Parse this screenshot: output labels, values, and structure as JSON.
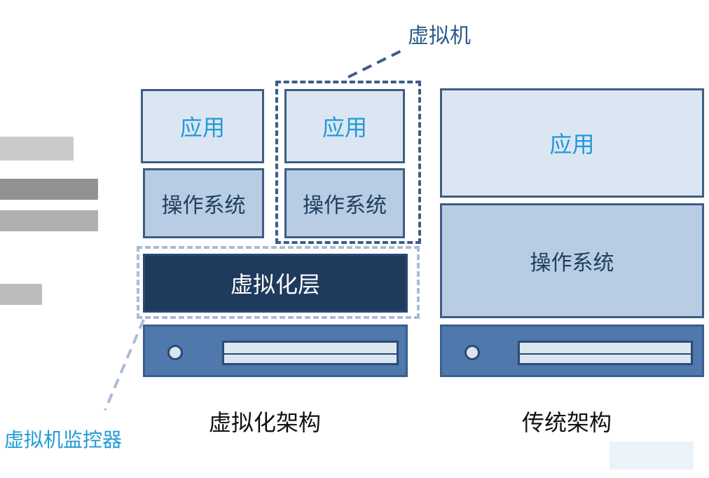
{
  "virtualized": {
    "app_label": "应用",
    "os_label": "操作系统",
    "hypervisor_layer_label": "虚拟化层",
    "caption": "虚拟化架构"
  },
  "traditional": {
    "app_label": "应用",
    "os_label": "操作系统",
    "caption": "传统架构"
  },
  "callouts": {
    "vm": "虚拟机",
    "hypervisor": "虚拟机监控器"
  },
  "colors": {
    "app_fill": "#dce6f2",
    "os_fill": "#b8cce4",
    "hypervisor_fill": "#1e3a5c",
    "server_fill": "#4f78ad",
    "border": "#3e5d86",
    "app_text": "#1f9ad6"
  }
}
